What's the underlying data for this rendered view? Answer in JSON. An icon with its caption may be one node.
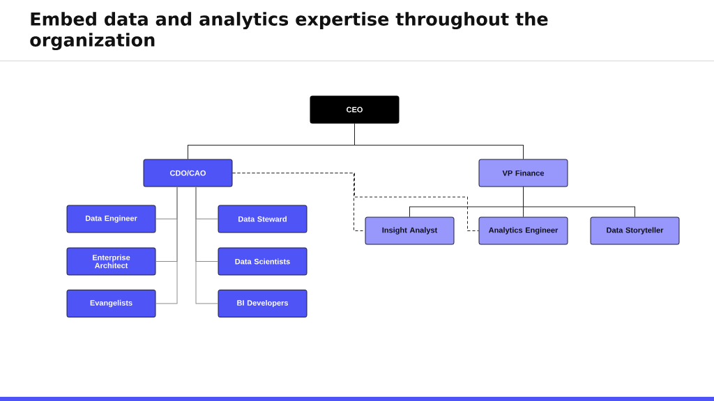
{
  "diagram": {
    "title": "Embed data and analytics expertise throughout the organization",
    "nodes": [
      {
        "text": [
          "CEO"
        ]
      },
      {
        "text": [
          "CDO/CAO"
        ]
      },
      {
        "text": [
          "VP Finance"
        ]
      },
      {
        "text": [
          "Data Engineer"
        ]
      },
      {
        "text": [
          "Enterprise Architect"
        ]
      },
      {
        "text": [
          "Evangelists"
        ]
      },
      {
        "text": [
          "Data Steward"
        ]
      },
      {
        "text": [
          "Data Scientists"
        ]
      },
      {
        "text": [
          "BI Developers"
        ]
      },
      {
        "text": [
          "Insight Analyst"
        ]
      },
      {
        "text": [
          "Analytics Engineer"
        ]
      },
      {
        "text": [
          "Data Storyteller"
        ]
      }
    ],
    "edges": [
      {
        "from": 0,
        "to": 1,
        "arrow": "none"
      },
      {
        "from": 0,
        "to": 2,
        "arrow": "none"
      },
      {
        "from": 1,
        "to": 3,
        "arrow": "none",
        "color": "#8c8c8c"
      },
      {
        "from": 1,
        "to": 4,
        "arrow": "none",
        "color": "#8c8c8c"
      },
      {
        "from": 1,
        "to": 5,
        "arrow": "none",
        "color": "#8c8c8c"
      },
      {
        "from": 1,
        "to": 6,
        "arrow": "none",
        "color": "#8c8c8c"
      },
      {
        "from": 1,
        "to": 7,
        "arrow": "none",
        "color": "#8c8c8c"
      },
      {
        "from": 1,
        "to": 8,
        "arrow": "none",
        "color": "#8c8c8c"
      },
      {
        "from": 2,
        "to": 9,
        "arrow": "none"
      },
      {
        "from": 2,
        "to": 10,
        "arrow": "none"
      },
      {
        "from": 2,
        "to": 11,
        "arrow": "none"
      },
      {
        "from": 1,
        "to": 9,
        "arrow": "none",
        "style": "dashed"
      },
      {
        "from": 1,
        "to": 10,
        "arrow": "none",
        "style": "dashed"
      }
    ]
  }
}
